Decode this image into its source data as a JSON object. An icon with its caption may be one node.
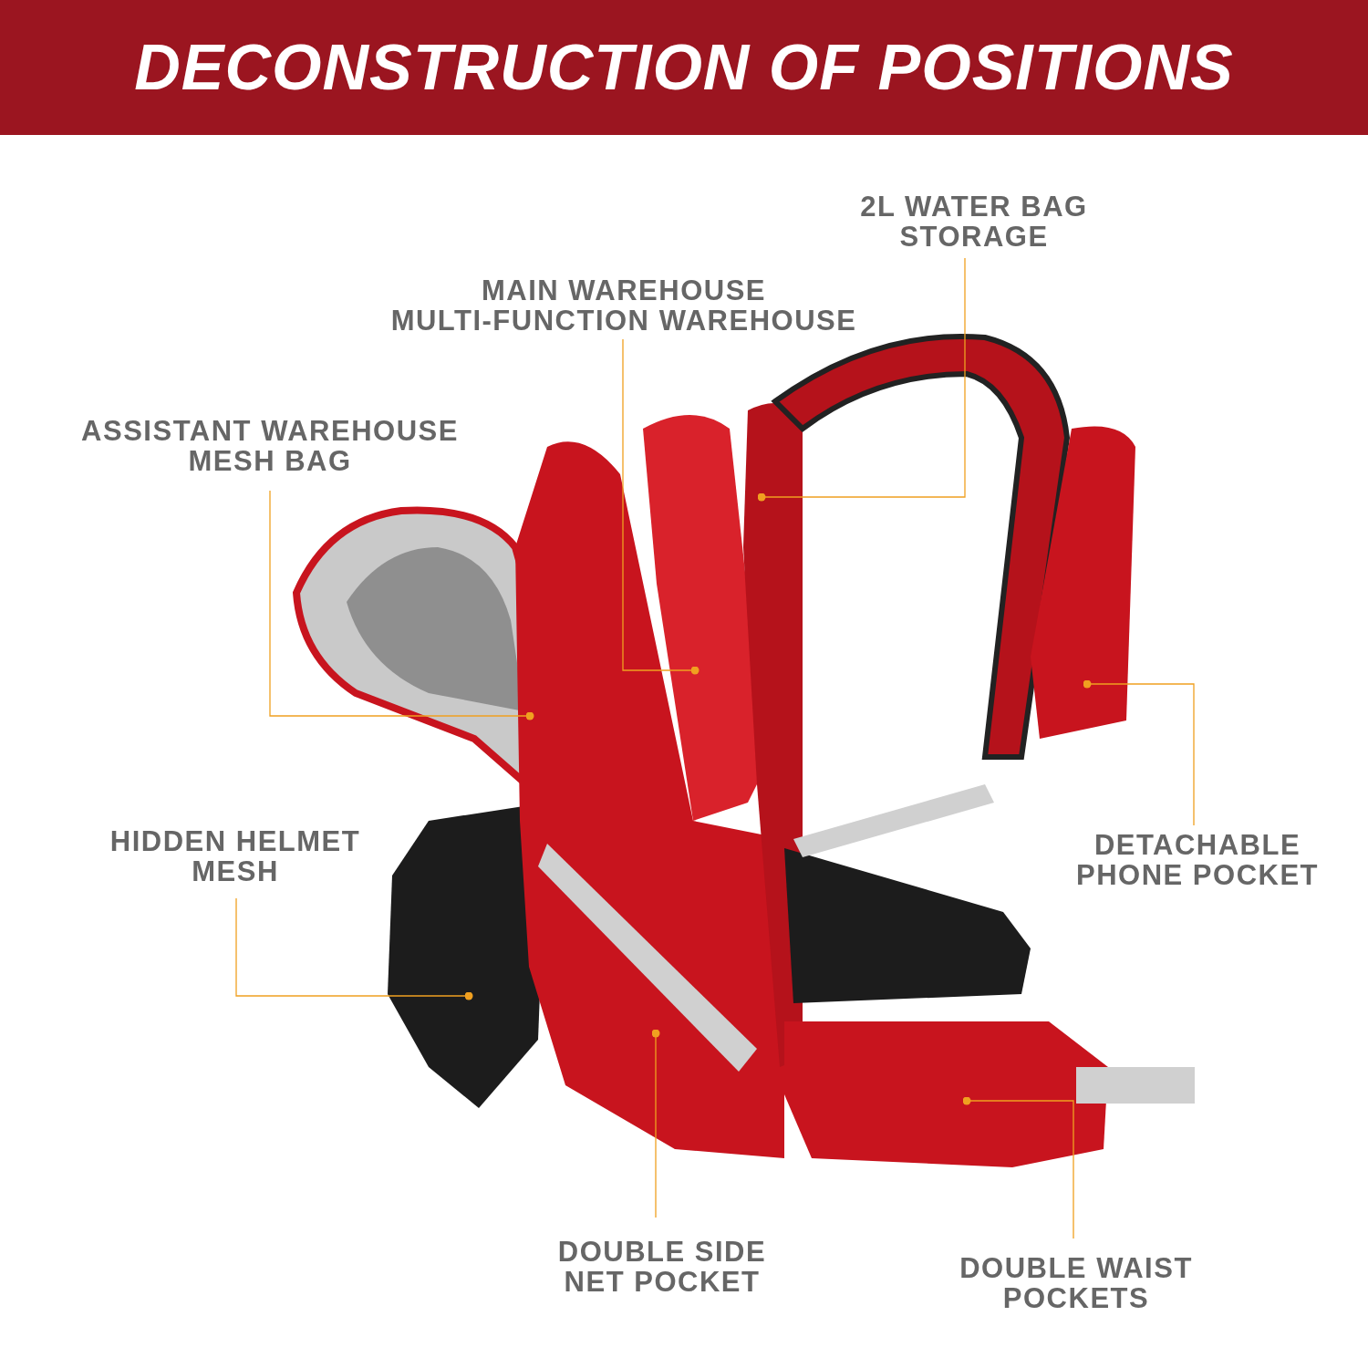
{
  "diagram": {
    "title": "DECONSTRUCTION OF POSITIONS",
    "nodes": [
      {
        "text": [
          "2L WATER BAG STORAGE"
        ]
      },
      {
        "text": [
          "MAIN WAREHOUSE MULTI-FUNCTION WAREHOUSE"
        ]
      },
      {
        "text": [
          "ASSISTANT WAREHOUSE MESH BAG"
        ]
      },
      {
        "text": [
          "HIDDEN HELMET MESH"
        ]
      },
      {
        "text": [
          "DETACHABLE PHONE POCKET"
        ]
      },
      {
        "text": [
          "DOUBLE SIDE NET POCKET"
        ]
      },
      {
        "text": [
          "DOUBLE WAIST POCKETS"
        ]
      }
    ],
    "edges": [
      {
        "from": 0,
        "to": null,
        "arrow": "other"
      },
      {
        "from": 1,
        "to": null,
        "arrow": "other"
      },
      {
        "from": 2,
        "to": null,
        "arrow": "other"
      },
      {
        "from": 3,
        "to": null,
        "arrow": "other"
      },
      {
        "from": 4,
        "to": null,
        "arrow": "other"
      },
      {
        "from": 5,
        "to": null,
        "arrow": "other"
      },
      {
        "from": 6,
        "to": null,
        "arrow": "other"
      }
    ]
  }
}
